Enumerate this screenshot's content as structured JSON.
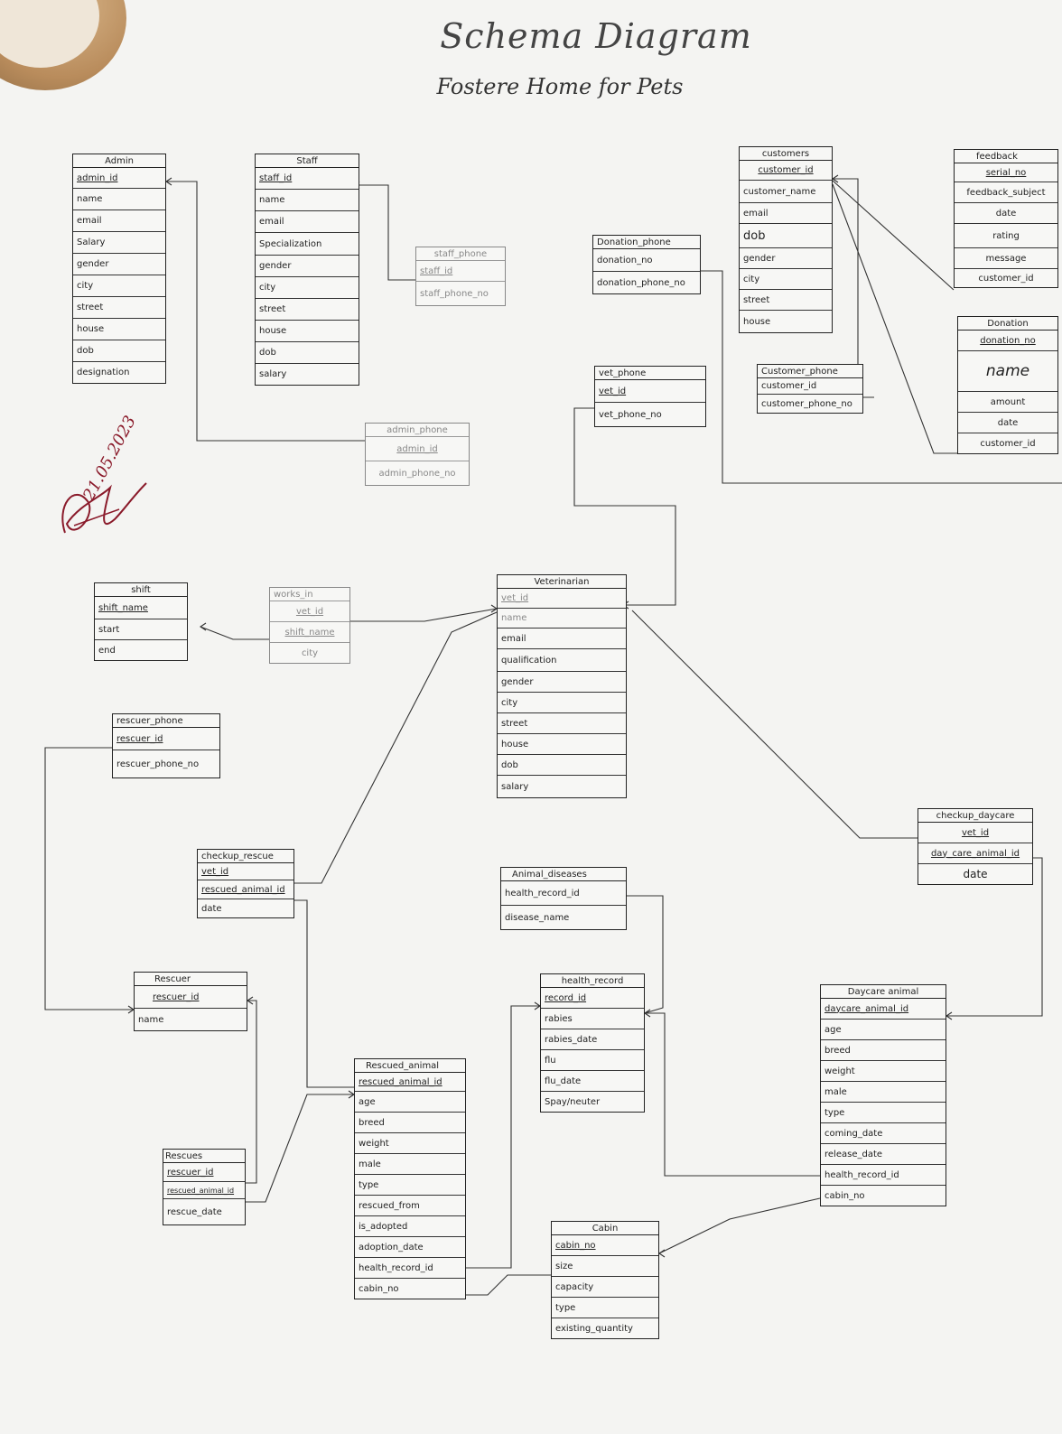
{
  "title": "Schema Diagram",
  "subtitle": "Fostere Home for Pets",
  "signature_date": "21.05.2023",
  "tables": {
    "admin": {
      "name": "Admin",
      "fields": [
        "admin_id",
        "name",
        "email",
        "Salary",
        "gender",
        "city",
        "street",
        "house",
        "dob",
        "designation"
      ]
    },
    "staff": {
      "name": "Staff",
      "fields": [
        "staff_id",
        "name",
        "email",
        "Specialization",
        "gender",
        "city",
        "street",
        "house",
        "dob",
        "salary"
      ]
    },
    "staff_phone": {
      "name": "staff_phone",
      "fields": [
        "staff_id",
        "staff_phone_no"
      ]
    },
    "donation_phone": {
      "name": "Donation_phone",
      "fields": [
        "donation_no",
        "donation_phone_no"
      ]
    },
    "customers": {
      "name": "customers",
      "fields": [
        "customer_id",
        "customer_name",
        "email",
        "dob",
        "gender",
        "city",
        "street",
        "house"
      ]
    },
    "feedback": {
      "name": "feedback",
      "fields": [
        "serial_no",
        "feedback_subject",
        "date",
        "rating",
        "message",
        "customer_id"
      ]
    },
    "donation": {
      "name": "Donation",
      "fields": [
        "donation_no",
        "name",
        "amount",
        "date",
        "customer_id"
      ]
    },
    "customer_phone": {
      "name": "Customer_phone",
      "fields": [
        "customer_id",
        "customer_phone_no"
      ]
    },
    "vet_phone": {
      "name": "vet_phone",
      "fields": [
        "vet_id",
        "vet_phone_no"
      ]
    },
    "admin_phone": {
      "name": "admin_phone",
      "fields": [
        "admin_id",
        "admin_phone_no"
      ]
    },
    "shift": {
      "name": "shift",
      "fields": [
        "shift_name",
        "start",
        "end"
      ]
    },
    "works_in": {
      "name": "works_in",
      "fields": [
        "vet_id",
        "shift_name",
        "city"
      ]
    },
    "veterinarian": {
      "name": "Veterinarian",
      "fields": [
        "vet_id",
        "name",
        "email",
        "qualification",
        "gender",
        "city",
        "street",
        "house",
        "dob",
        "salary"
      ]
    },
    "rescuer_phone": {
      "name": "rescuer_phone",
      "fields": [
        "rescuer_id",
        "rescuer_phone_no"
      ]
    },
    "checkup_rescue": {
      "name": "checkup_rescue",
      "fields": [
        "vet_id",
        "rescued_animal_id",
        "date"
      ]
    },
    "animal_diseases": {
      "name": "Animal_diseases",
      "fields": [
        "health_record_id",
        "disease_name"
      ]
    },
    "checkup_daycare": {
      "name": "checkup_daycare",
      "fields": [
        "vet_id",
        "day_care_animal_id",
        "date"
      ]
    },
    "rescuer": {
      "name": "Rescuer",
      "fields": [
        "rescuer_id",
        "name"
      ]
    },
    "health_record": {
      "name": "health_record",
      "fields": [
        "record_id",
        "rabies",
        "rabies_date",
        "flu",
        "flu_date",
        "Spay/neuter"
      ]
    },
    "daycare_animal": {
      "name": "Daycare animal",
      "fields": [
        "daycare_animal_id",
        "age",
        "breed",
        "weight",
        "male",
        "type",
        "coming_date",
        "release_date",
        "health_record_id",
        "cabin_no"
      ]
    },
    "rescued_animal": {
      "name": "Rescued_animal",
      "fields": [
        "rescued_animal_id",
        "age",
        "breed",
        "weight",
        "male",
        "type",
        "rescued_from",
        "is_adopted",
        "adoption_date",
        "health_record_id",
        "cabin_no"
      ]
    },
    "rescues": {
      "name": "Rescues",
      "fields": [
        "rescuer_id",
        "rescued_animal_id",
        "rescue_date"
      ]
    },
    "cabin": {
      "name": "Cabin",
      "fields": [
        "cabin_no",
        "size",
        "capacity",
        "type",
        "existing_quantity"
      ]
    }
  }
}
